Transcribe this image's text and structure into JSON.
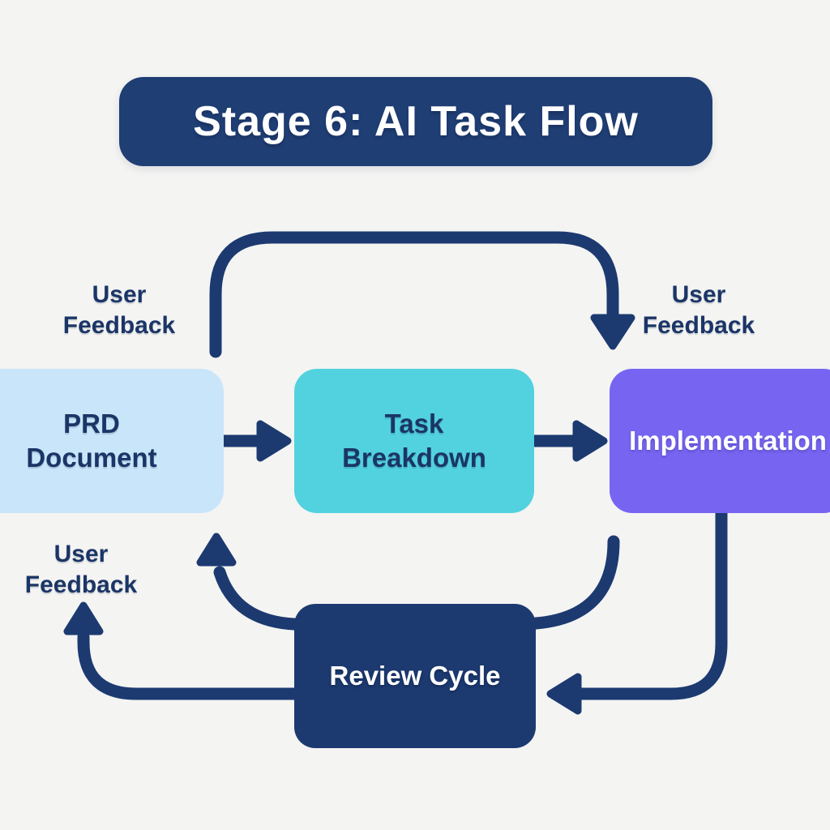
{
  "title": {
    "text": "Stage 6: AI Task Flow"
  },
  "nodes": {
    "prd": {
      "line1": "PRD",
      "line2": "Document"
    },
    "task_breakdown": {
      "line1": "Task",
      "line2": "Breakdown"
    },
    "implementation": {
      "label": "Implementation"
    },
    "review_cycle": {
      "label": "Review Cycle"
    }
  },
  "feedback_labels": {
    "top_left": {
      "line1": "User",
      "line2": "Feedback"
    },
    "top_right": {
      "line1": "User",
      "line2": "Feedback"
    },
    "bottom_left": {
      "line1": "User",
      "line2": "Feedback"
    }
  },
  "edges": [
    {
      "from": "prd",
      "to": "task_breakdown",
      "type": "arrow-right"
    },
    {
      "from": "task_breakdown",
      "to": "implementation",
      "type": "arrow-right"
    },
    {
      "from": "implementation",
      "to": "review_cycle",
      "type": "arrow-down-left"
    },
    {
      "from": "review_cycle",
      "to": "prd",
      "type": "arrow-curve-up"
    },
    {
      "from": "review_cycle",
      "to": "feedback_bottom_left",
      "type": "arrow-curve-up"
    },
    {
      "from": "review_cycle",
      "to": "implementation",
      "type": "connector-curve-up"
    },
    {
      "from": "above_prd",
      "to": "above_implementation",
      "type": "top-feedback-arc-arrow-down"
    }
  ],
  "colors": {
    "navy": "#1c3a70",
    "title_navy": "#1f3e74",
    "light_blue": "#c9e5fa",
    "cyan": "#52d2de",
    "purple": "#7765f2",
    "background": "#f4f4f3",
    "text_dark": "#1b3566",
    "text_light": "#ffffff"
  }
}
